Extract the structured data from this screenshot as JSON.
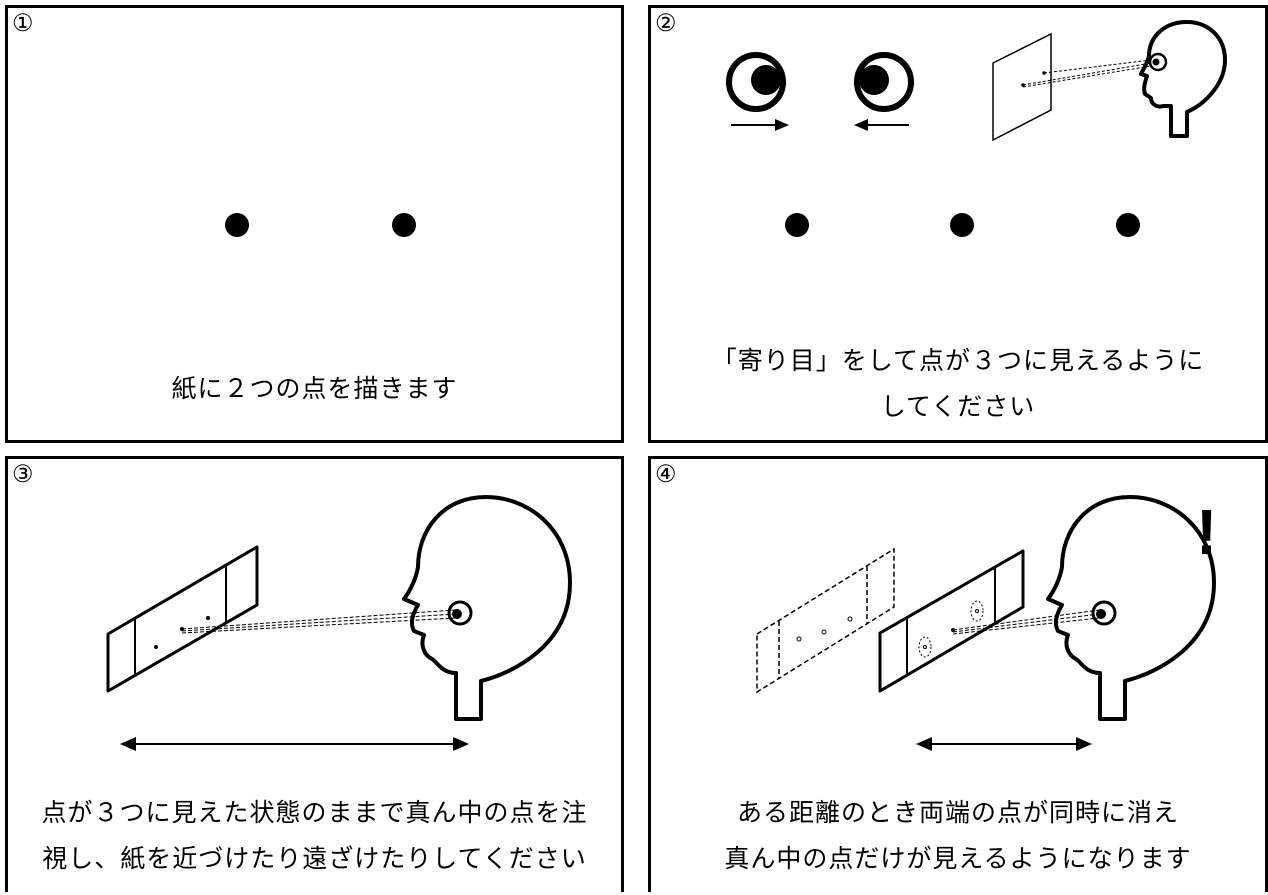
{
  "panels": [
    {
      "number": "①",
      "caption_lines": [
        "紙に２つの点を描きます"
      ]
    },
    {
      "number": "②",
      "caption_lines": [
        "「寄り目」をして点が３つに見えるように",
        "してください"
      ]
    },
    {
      "number": "③",
      "caption_lines": [
        "点が３つに見えた状態のままで真ん中の点を注",
        "視し、紙を近づけたり遠ざけたりしてください"
      ]
    },
    {
      "number": "④",
      "caption_lines": [
        "ある距離のとき両端の点が同時に消え",
        "真ん中の点だけが見えるようになります"
      ],
      "exclamation": "!"
    }
  ],
  "icons": [
    "dot-icon",
    "eye-icon",
    "arrow-right-icon",
    "arrow-left-icon",
    "head-icon",
    "paper-icon",
    "double-arrow-icon"
  ]
}
